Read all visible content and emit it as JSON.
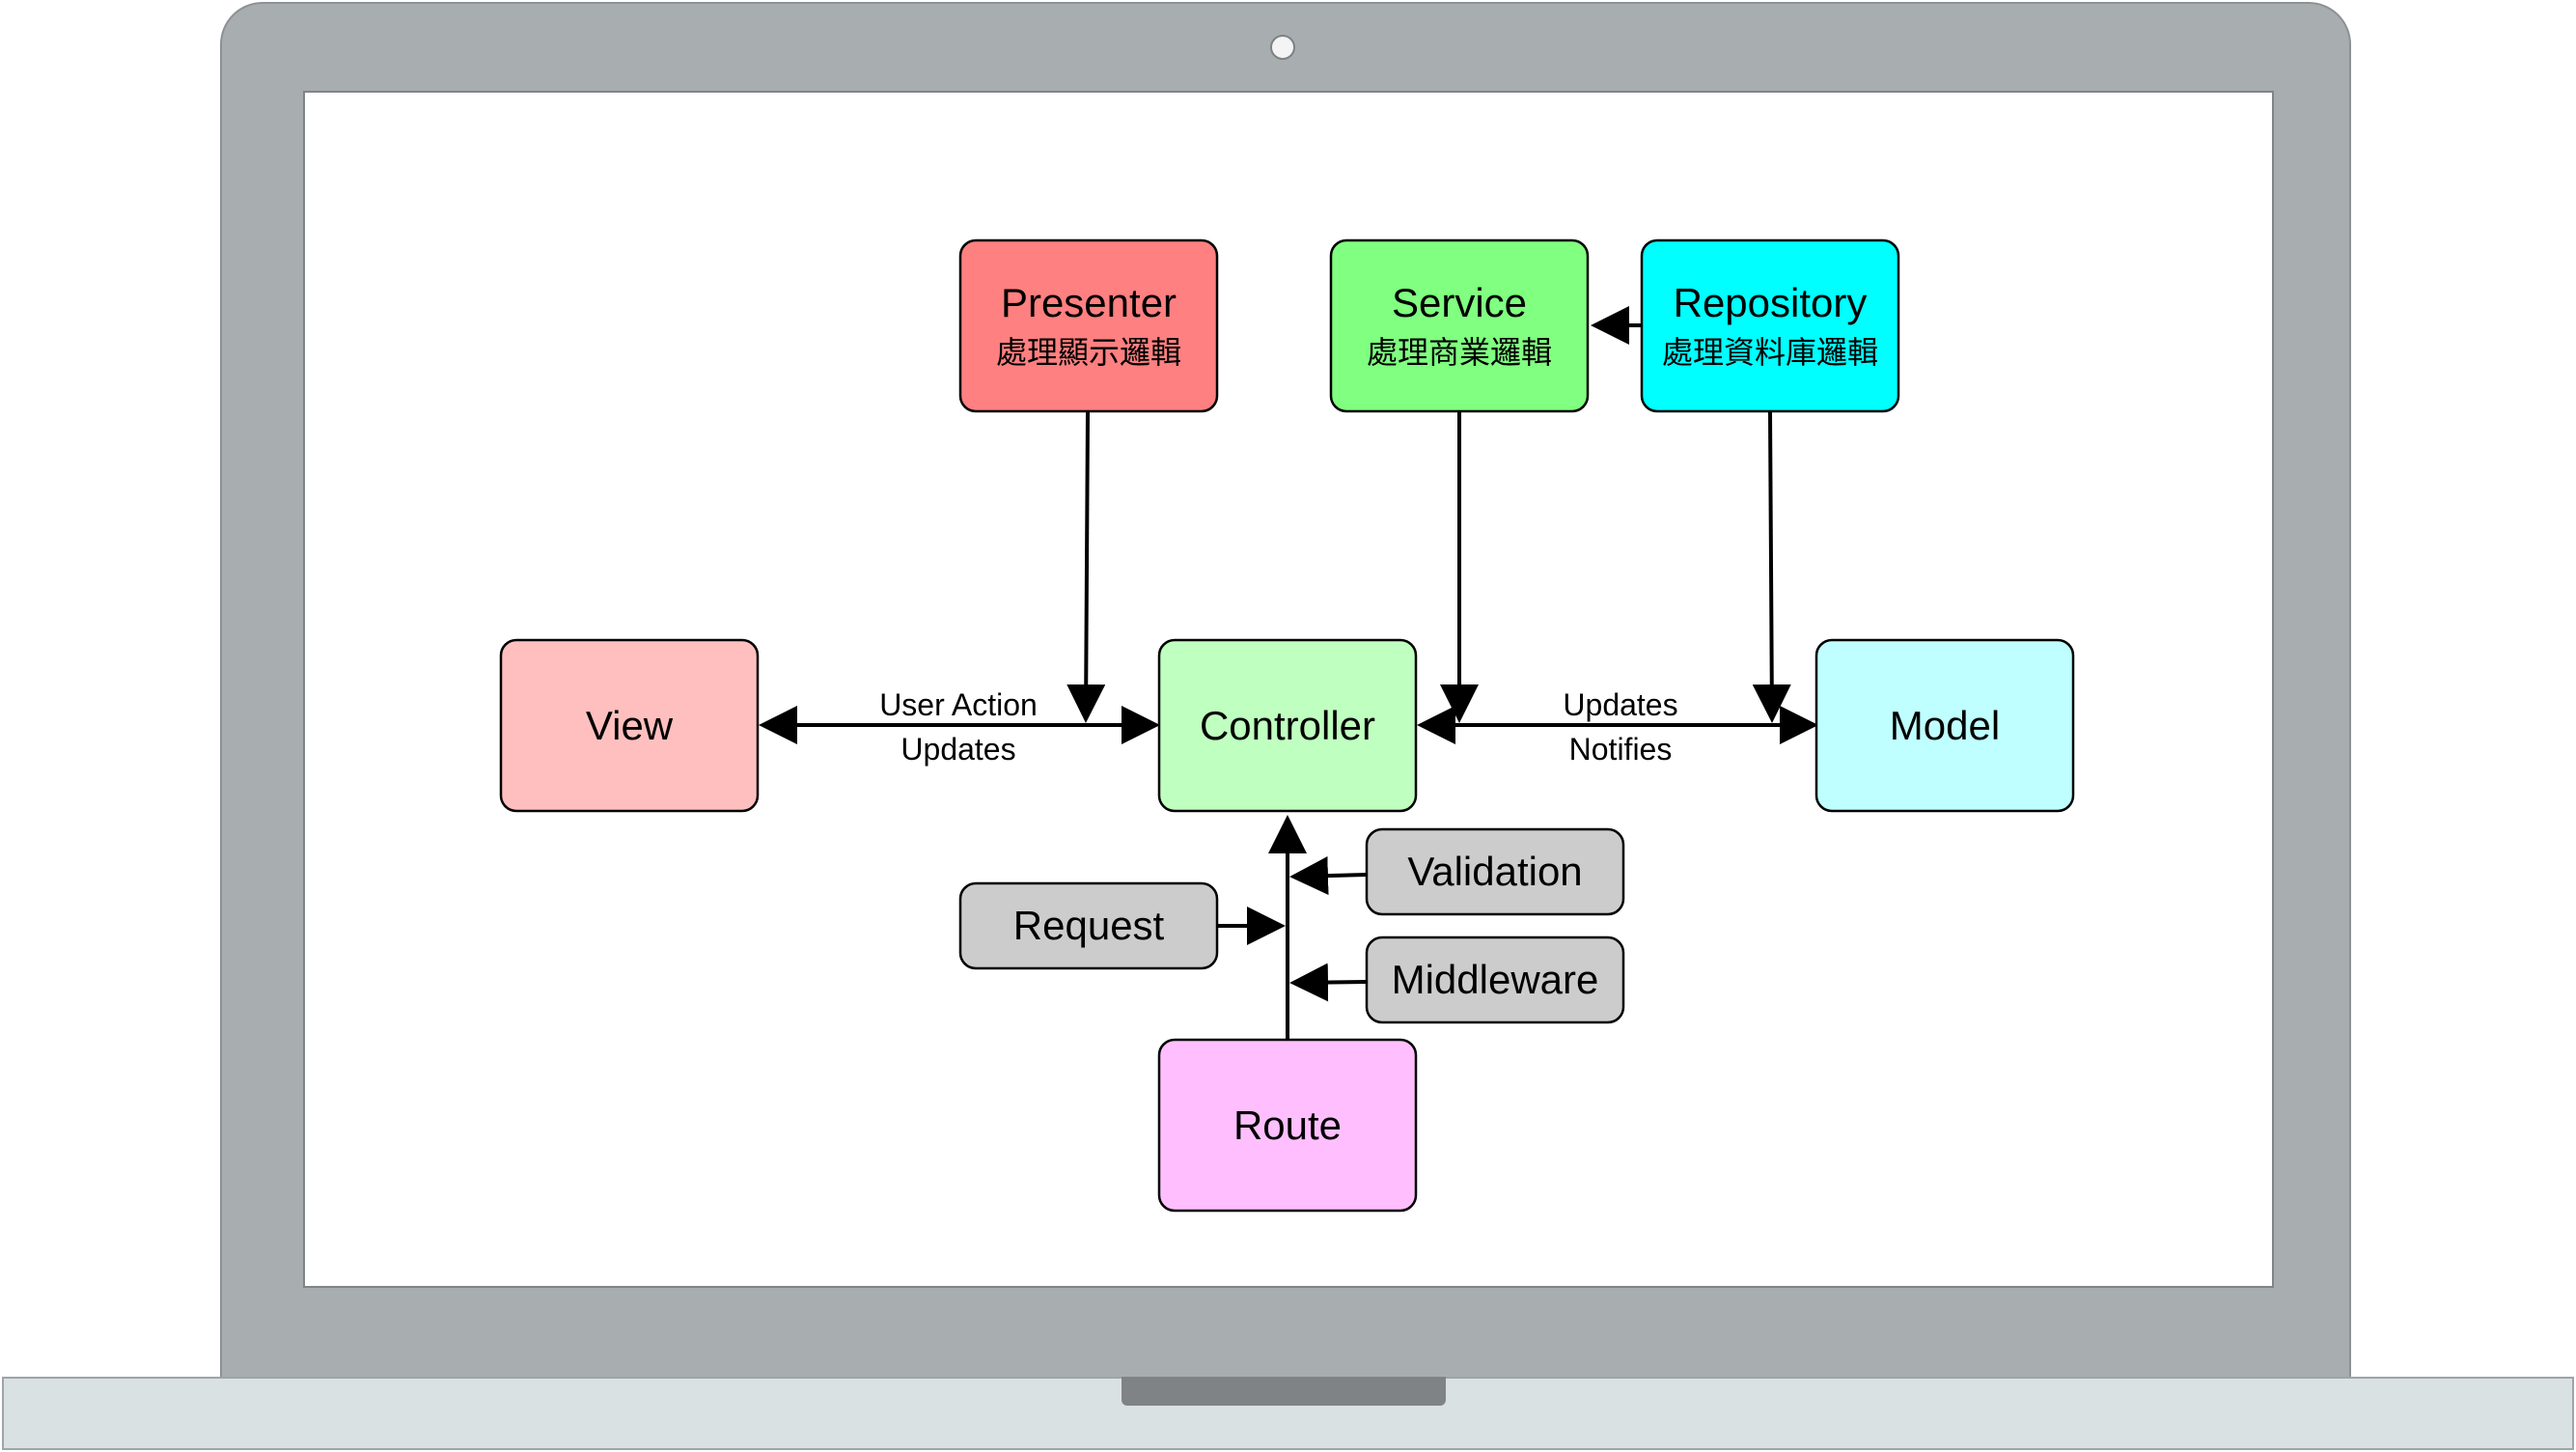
{
  "nodes": {
    "presenter": {
      "title": "Presenter",
      "subtitle": "處理顯示邏輯",
      "color": "#ff8080"
    },
    "service": {
      "title": "Service",
      "subtitle": "處理商業邏輯",
      "color": "#80ff80"
    },
    "repository": {
      "title": "Repository",
      "subtitle": "處理資料庫邏輯",
      "color": "#00ffff"
    },
    "view": {
      "title": "View",
      "color": "#ffbfbf"
    },
    "controller": {
      "title": "Controller",
      "color": "#bfffbf"
    },
    "model": {
      "title": "Model",
      "color": "#bfffff"
    },
    "validation": {
      "title": "Validation",
      "color": "#cccccc"
    },
    "request": {
      "title": "Request",
      "color": "#cccccc"
    },
    "middleware": {
      "title": "Middleware",
      "color": "#cccccc"
    },
    "route": {
      "title": "Route",
      "color": "#ffbfff"
    }
  },
  "edges": {
    "view_controller": {
      "top": "User Action",
      "bottom": "Updates"
    },
    "controller_model": {
      "top": "Updates",
      "bottom": "Notifies"
    }
  },
  "device": {
    "frame_color": "#a8adb0",
    "base_color": "#d9e1e3",
    "screen_color": "#ffffff"
  }
}
